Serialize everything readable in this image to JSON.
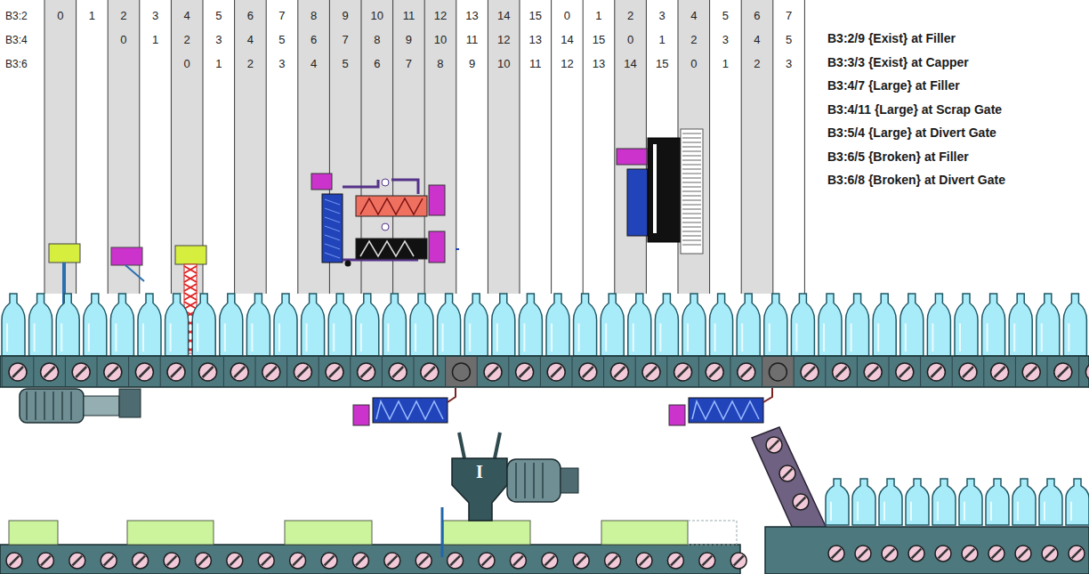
{
  "diagram": {
    "labels": [
      "B3:2",
      "0",
      "1",
      "2",
      "3",
      "4",
      "5",
      "6",
      "7",
      "8",
      "9",
      "10",
      "11",
      "12",
      "13",
      "14",
      "15",
      "0",
      "1",
      "2",
      "3",
      "4",
      "5",
      "6",
      "7",
      "B3:4",
      "0",
      "1",
      "2",
      "3",
      "4",
      "5",
      "6",
      "7",
      "8",
      "9",
      "10",
      "11",
      "12",
      "13",
      "14",
      "15",
      "0",
      "1",
      "2",
      "3",
      "4",
      "5",
      "B3:6",
      "0",
      "1",
      "2",
      "3",
      "4",
      "5",
      "6",
      "7",
      "8",
      "9",
      "10",
      "11",
      "12",
      "13",
      "14",
      "15",
      "0",
      "1",
      "2",
      "3",
      "B3:2/9 {Exist} at Filler",
      "B3:3/3 {Exist} at Capper",
      "B3:4/7 {Large} at Filler",
      "B3:4/11 {Large} at Scrap Gate",
      "B3:5/4 {Large} at Divert Gate",
      "B3:6/5 {Broken} at Filler",
      "B3:6/8 {Broken} at Divert Gate",
      "I"
    ]
  }
}
